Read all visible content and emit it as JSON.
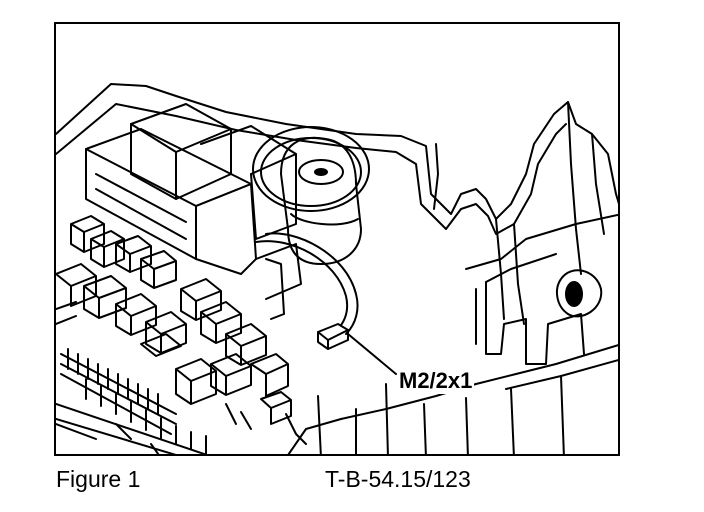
{
  "figure": {
    "callout_label": "M2/2x1",
    "caption_left": "Figure 1",
    "caption_right": "T-B-54.15/123",
    "colors": {
      "line": "#000000",
      "background": "#ffffff"
    }
  }
}
